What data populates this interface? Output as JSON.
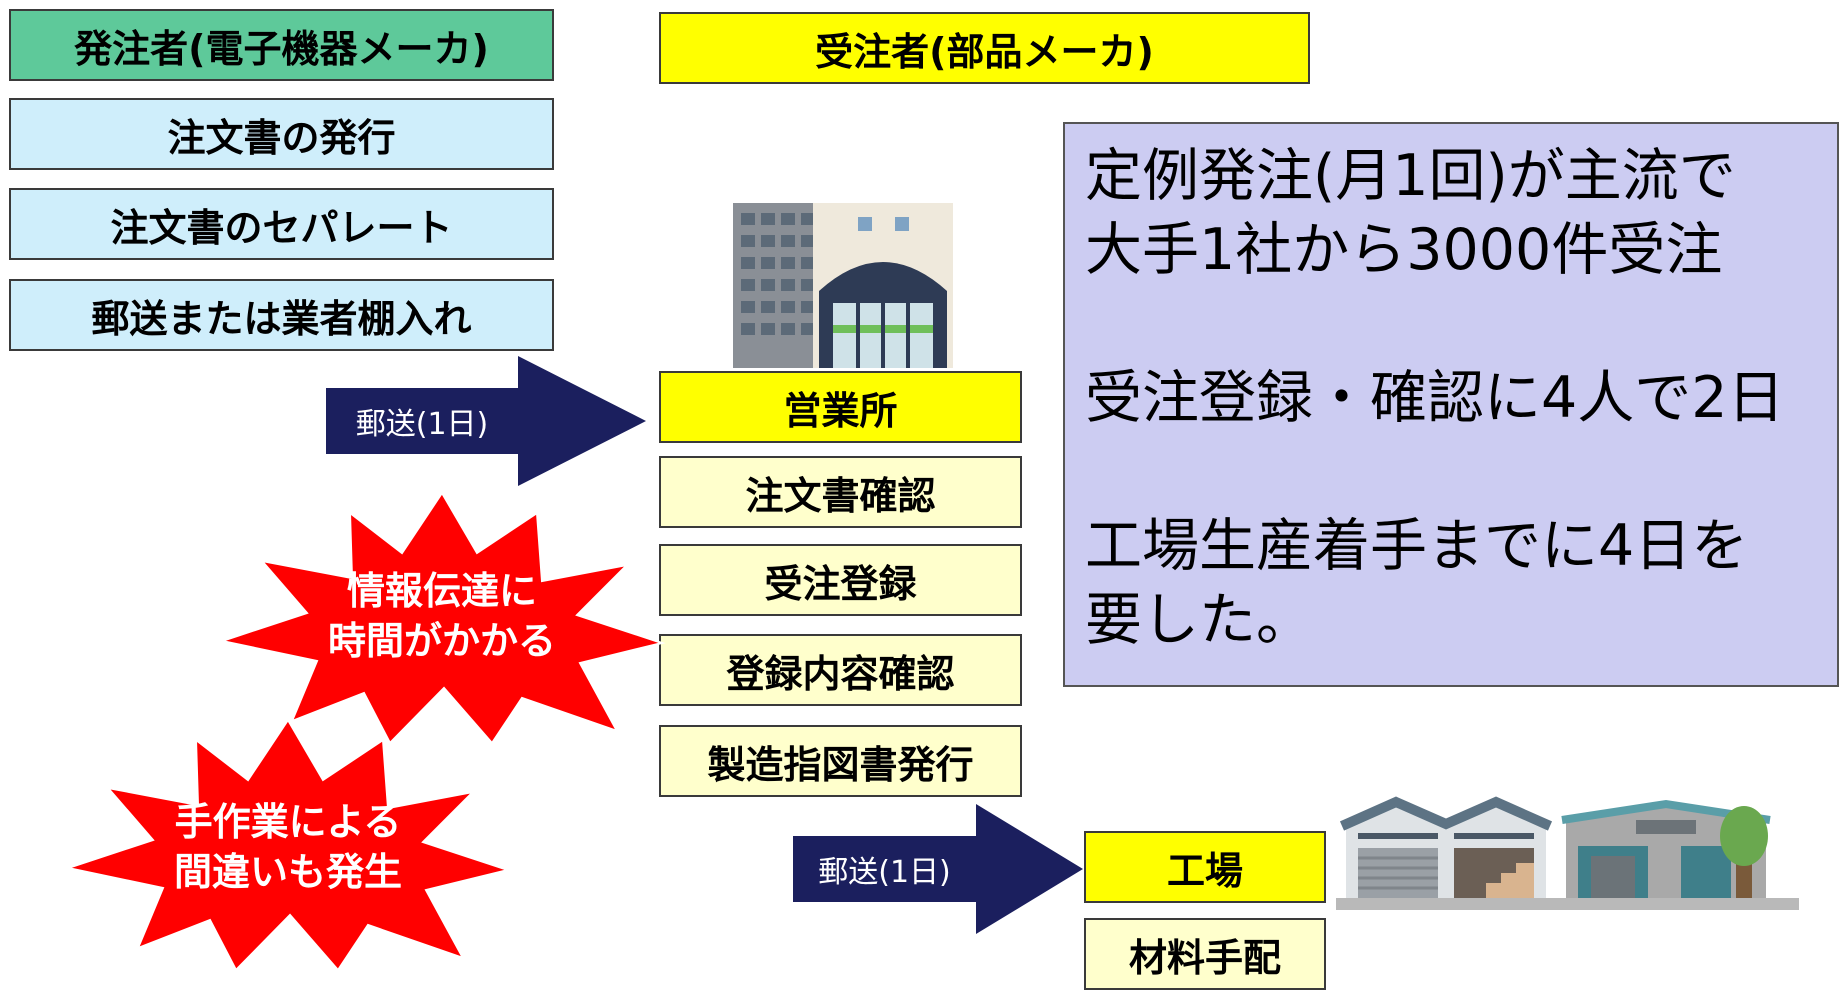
{
  "orderer": {
    "title": "発注者(電子機器メーカ)",
    "steps": [
      "注文書の発行",
      "注文書のセパレート",
      "郵送または業者棚入れ"
    ]
  },
  "supplier": {
    "title": "受注者(部品メーカ)",
    "office_label": "営業所",
    "office_steps": [
      "注文書確認",
      "受注登録",
      "登録内容確認",
      "製造指図書発行"
    ],
    "factory_label": "工場",
    "factory_steps": [
      "材料手配"
    ]
  },
  "arrows": {
    "mail_to_office": "郵送(1日)",
    "mail_to_factory": "郵送(1日)"
  },
  "callouts": {
    "slow_info": [
      "情報伝達に",
      "時間がかかる"
    ],
    "manual_errors": [
      "手作業による",
      "間違いも発生"
    ]
  },
  "note": {
    "lines": [
      "定例発注(月1回)が主流で",
      "大手1社から3000件受注",
      "",
      "受注登録・確認に4人で2日",
      "",
      "工場生産着手までに4日を",
      "要した。"
    ]
  },
  "colors": {
    "orderer_header": "#5ec99a",
    "orderer_step": "#cfeefb",
    "supplier_header": "#ffff00",
    "supplier_step": "#ffffcc",
    "arrow": "#1b1f5e",
    "burst": "#ff0000",
    "note_bg": "#ccccf2"
  },
  "icons": {
    "office": "office-building-icon",
    "factory": "factory-warehouse-icon"
  }
}
